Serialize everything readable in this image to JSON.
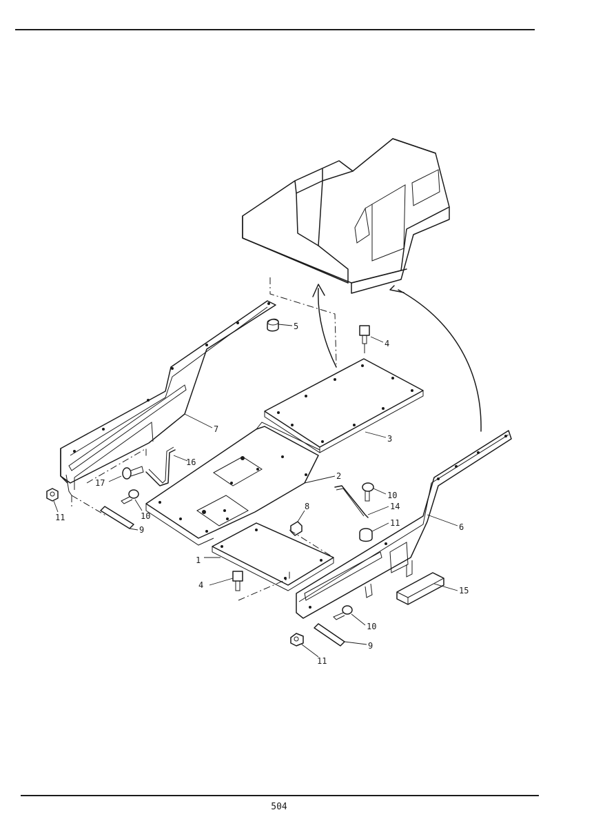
{
  "page": {
    "number": "504"
  },
  "callouts": [
    {
      "id": "c5",
      "label": "5"
    },
    {
      "id": "c4a",
      "label": "4"
    },
    {
      "id": "c7",
      "label": "7"
    },
    {
      "id": "c3",
      "label": "3"
    },
    {
      "id": "c16",
      "label": "16"
    },
    {
      "id": "c2",
      "label": "2"
    },
    {
      "id": "c17",
      "label": "17"
    },
    {
      "id": "c11a",
      "label": "11"
    },
    {
      "id": "c10a",
      "label": "10"
    },
    {
      "id": "c9a",
      "label": "9"
    },
    {
      "id": "c8",
      "label": "8"
    },
    {
      "id": "c10b",
      "label": "10"
    },
    {
      "id": "c14",
      "label": "14"
    },
    {
      "id": "c11b",
      "label": "11"
    },
    {
      "id": "c6",
      "label": "6"
    },
    {
      "id": "c1",
      "label": "1"
    },
    {
      "id": "c4b",
      "label": "4"
    },
    {
      "id": "c15",
      "label": "15"
    },
    {
      "id": "c10c",
      "label": "10"
    },
    {
      "id": "c9b",
      "label": "9"
    },
    {
      "id": "c11c",
      "label": "11"
    }
  ]
}
